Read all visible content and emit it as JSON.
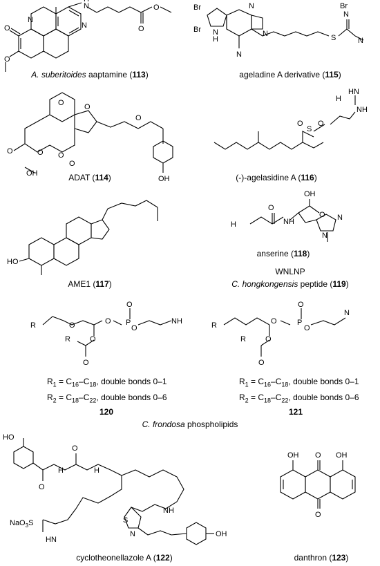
{
  "compounds": [
    {
      "id": "113",
      "name_italic": "A. suberitoides",
      "name_rest": " aaptamine ("
    },
    {
      "id": "115",
      "name_italic": "",
      "name_rest": "ageladine A derivative ("
    },
    {
      "id": "114",
      "name_italic": "",
      "name_rest": "ADAT ("
    },
    {
      "id": "116",
      "name_italic": "",
      "name_rest": "(-)-agelasidine A ("
    },
    {
      "id": "117",
      "name_italic": "",
      "name_rest": "AME1 ("
    },
    {
      "id": "118",
      "name_italic": "",
      "name_rest": "anserine ("
    },
    {
      "id": "119",
      "name_italic": "C. hongkongensis",
      "name_rest": " peptide ("
    },
    {
      "id": "122",
      "name_italic": "",
      "name_rest": "cyclotheonellazole A ("
    },
    {
      "id": "123",
      "name_italic": "",
      "name_rest": "danthron ("
    }
  ],
  "peptide_sequence": "WNLNP",
  "phospholipids": {
    "caption_italic": "C. frondosa",
    "caption_rest": " phospholipids",
    "label_120": "120",
    "label_121": "121",
    "r1_text": ", double bonds 0–1",
    "r2_text": ", double bonds 0–6",
    "r1_range": [
      "16",
      "18"
    ],
    "r2_range": [
      "18",
      "22"
    ]
  },
  "atoms": {
    "O": "O",
    "N": "N",
    "H": "H",
    "NH": "NH",
    "HN": "HN",
    "NH2": "NH",
    "OH": "OH",
    "HO": "HO",
    "Br": "Br",
    "S": "S",
    "P": "P",
    "NaO3S": "NaO",
    "R1": "R",
    "R2": "R",
    "H2N": "H"
  }
}
